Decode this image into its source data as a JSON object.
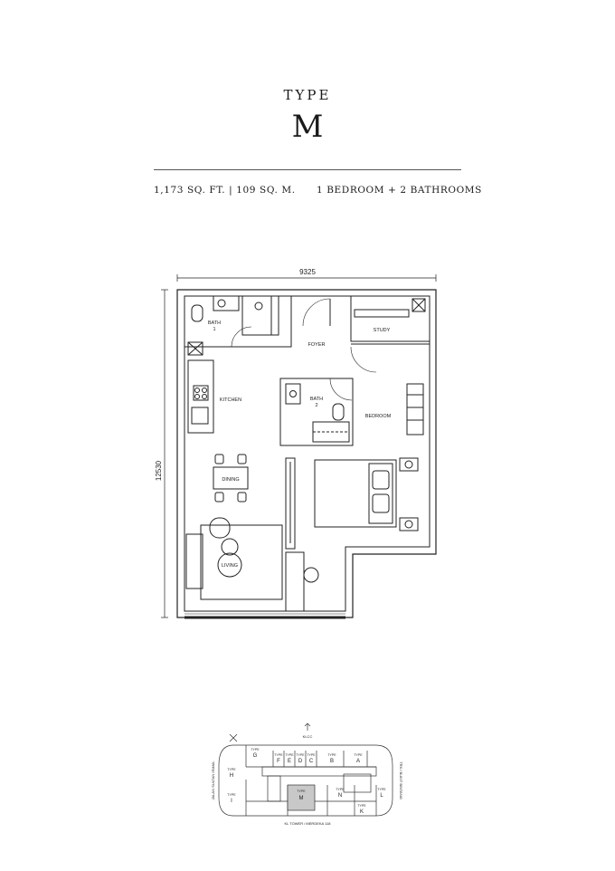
{
  "header": {
    "type_label": "TYPE",
    "type_letter": "M"
  },
  "specs": {
    "area": "1,173 SQ. FT.  |  109 SQ. M.",
    "rooms": "1 BEDROOM + 2 BATHROOMS"
  },
  "plan": {
    "width_dim": "9325",
    "height_dim": "12530",
    "rooms": {
      "bath1_name": "BATH",
      "bath1_num": "1",
      "foyer": "FOYER",
      "study": "STUDY",
      "kitchen": "KITCHEN",
      "bath2_name": "BATH",
      "bath2_num": "2",
      "bedroom": "BEDROOM",
      "dining": "DINING",
      "living": "LIVING"
    }
  },
  "keyplan": {
    "top_road": "KLCC",
    "bottom_road": "KL TOWER / MERDEKA 118",
    "left_road": "JALAN SULTAN ISMAIL",
    "right_road": "TRX / BUKIT BINTANG",
    "type_word": "TYPE",
    "units": {
      "G": "G",
      "F": "F",
      "E": "E",
      "D": "D",
      "C": "C",
      "B": "B",
      "A": "A",
      "H": "H",
      "I": "I",
      "M": "M",
      "N": "N",
      "K": "K",
      "L": "L"
    },
    "highlight_color": "#c8c8c8"
  }
}
